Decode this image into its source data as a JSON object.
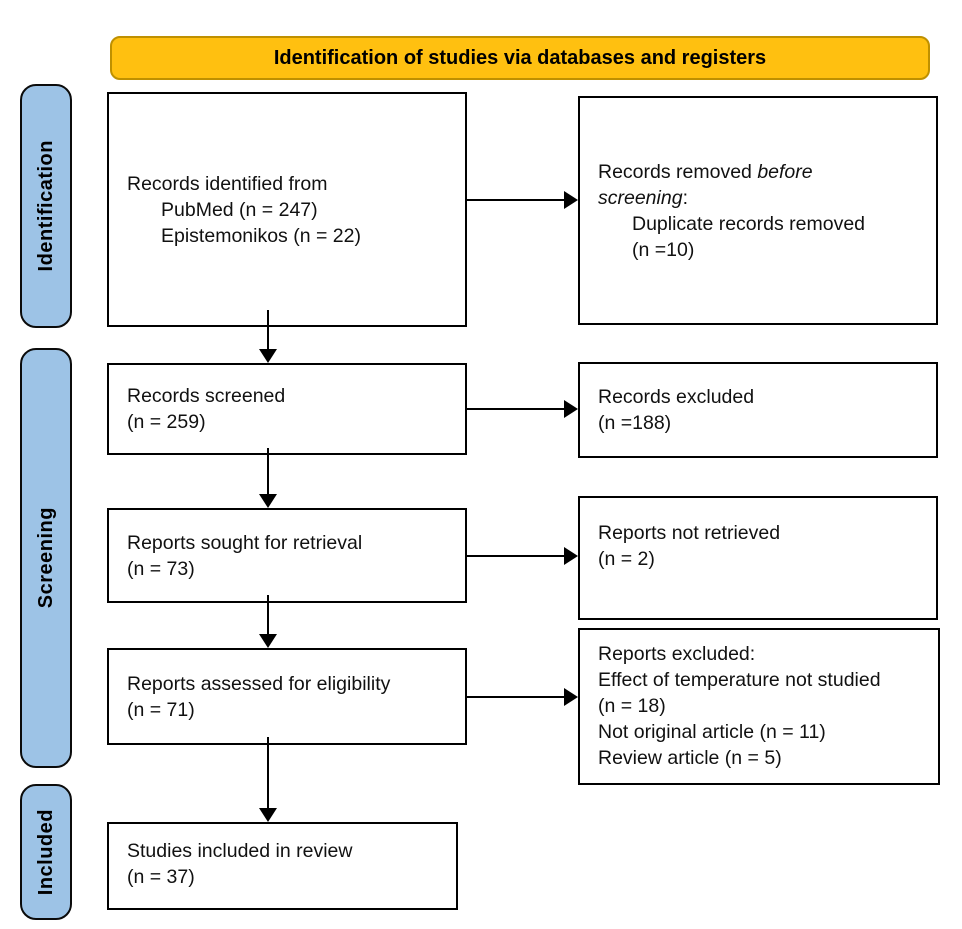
{
  "banner": {
    "label": "Identification of studies via databases and registers"
  },
  "colors": {
    "banner_fill": "#FFC010",
    "banner_border": "#BF9000",
    "stage_fill": "#9DC3E6",
    "stage_border": "#0b0b0b",
    "box_border": "#000000",
    "arrow": "#000000",
    "text": "#111111"
  },
  "stages": [
    {
      "label": "Identification"
    },
    {
      "label": "Screening"
    },
    {
      "label": "Included"
    }
  ],
  "boxes": {
    "records_identified": {
      "lines": [
        {
          "indent": 0,
          "segments": [
            {
              "t": "Records identified from"
            }
          ]
        },
        {
          "indent": 1,
          "segments": [
            {
              "t": "PubMed (n = 247)"
            }
          ]
        },
        {
          "indent": 1,
          "segments": [
            {
              "t": "Epistemonikos (n = 22)"
            }
          ]
        }
      ]
    },
    "records_removed": {
      "lines": [
        {
          "indent": 0,
          "segments": [
            {
              "t": "Records removed "
            },
            {
              "t": "before",
              "italic": true
            }
          ]
        },
        {
          "indent": 0,
          "segments": [
            {
              "t": "screening",
              "italic": true
            },
            {
              "t": ":"
            }
          ]
        },
        {
          "indent": 1,
          "segments": [
            {
              "t": "Duplicate records removed"
            }
          ]
        },
        {
          "indent": 1,
          "segments": [
            {
              "t": "(n =10)"
            }
          ]
        }
      ]
    },
    "records_screened": {
      "lines": [
        {
          "indent": 0,
          "segments": [
            {
              "t": "Records screened"
            }
          ]
        },
        {
          "indent": 0,
          "segments": [
            {
              "t": "(n = 259)"
            }
          ]
        }
      ]
    },
    "records_excluded": {
      "lines": [
        {
          "indent": 0,
          "segments": [
            {
              "t": "Records excluded"
            }
          ]
        },
        {
          "indent": 0,
          "segments": [
            {
              "t": "(n =188)"
            }
          ]
        }
      ]
    },
    "reports_sought": {
      "lines": [
        {
          "indent": 0,
          "segments": [
            {
              "t": "Reports sought for retrieval"
            }
          ]
        },
        {
          "indent": 0,
          "segments": [
            {
              "t": "(n = 73)"
            }
          ]
        }
      ]
    },
    "reports_not_retrieved": {
      "lines": [
        {
          "indent": 0,
          "segments": [
            {
              "t": "Reports not retrieved"
            }
          ]
        },
        {
          "indent": 0,
          "segments": [
            {
              "t": "(n = 2)"
            }
          ]
        }
      ]
    },
    "reports_assessed": {
      "lines": [
        {
          "indent": 0,
          "segments": [
            {
              "t": "Reports assessed for eligibility"
            }
          ]
        },
        {
          "indent": 0,
          "segments": [
            {
              "t": "(n = 71)"
            }
          ]
        }
      ]
    },
    "reports_excluded": {
      "lines": [
        {
          "indent": 0,
          "segments": [
            {
              "t": "Reports excluded:"
            }
          ]
        },
        {
          "indent": 0,
          "segments": [
            {
              "t": "Effect of temperature not studied"
            }
          ]
        },
        {
          "indent": 0,
          "segments": [
            {
              "t": "(n = 18)"
            }
          ]
        },
        {
          "indent": 0,
          "segments": [
            {
              "t": "Not original article (n = 11)"
            }
          ]
        },
        {
          "indent": 0,
          "segments": [
            {
              "t": "Review article (n = 5)"
            }
          ]
        }
      ]
    },
    "studies_included": {
      "lines": [
        {
          "indent": 0,
          "segments": [
            {
              "t": "Studies included in review"
            }
          ]
        },
        {
          "indent": 0,
          "segments": [
            {
              "t": "(n = 37)"
            }
          ]
        }
      ]
    }
  }
}
